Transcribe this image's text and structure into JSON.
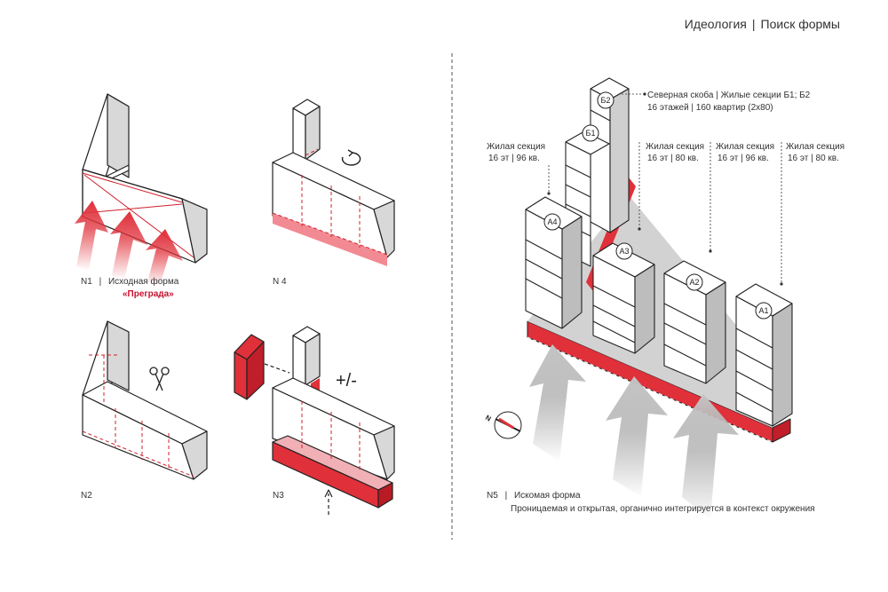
{
  "header": {
    "part1": "Идеология",
    "separator": "|",
    "part2": "Поиск формы"
  },
  "panels": {
    "n1": {
      "num": "N1",
      "sep": "|",
      "title": "Исходная форма",
      "subtitle": "«Преграда»"
    },
    "n4": {
      "num": "N 4"
    },
    "n2": {
      "num": "N2"
    },
    "n3": {
      "num": "N3",
      "plusminus": "+/-"
    },
    "n5": {
      "num": "N5",
      "sep": "|",
      "title": "Искомая форма",
      "desc": "Проницаемая и открытая, органично интегрируется в контекст окружения"
    }
  },
  "callouts": {
    "north": {
      "line1": "Северная скоба | Жилые секции Б1; Б2",
      "line2": "16 этажей | 160 квартир (2х80)"
    },
    "a4": {
      "line1": "Жилая секция",
      "line2": "16 эт | 96 кв."
    },
    "a3": {
      "line1": "Жилая секция",
      "line2": "16 эт | 80 кв."
    },
    "a2": {
      "line1": "Жилая секция",
      "line2": "16 эт | 96 кв."
    },
    "a1": {
      "line1": "Жилая секция",
      "line2": "16 эт | 80 кв."
    }
  },
  "labels": {
    "b2": "Б2",
    "b1": "Б1",
    "a4": "А4",
    "a3": "А3",
    "a2": "А2",
    "a1": "А1",
    "compass": "N"
  },
  "colors": {
    "accent": "#e0303a",
    "accent_light": "#f08a92",
    "gray": "#d6d6d6",
    "shade": "#bdbdbd",
    "line": "#222222"
  }
}
